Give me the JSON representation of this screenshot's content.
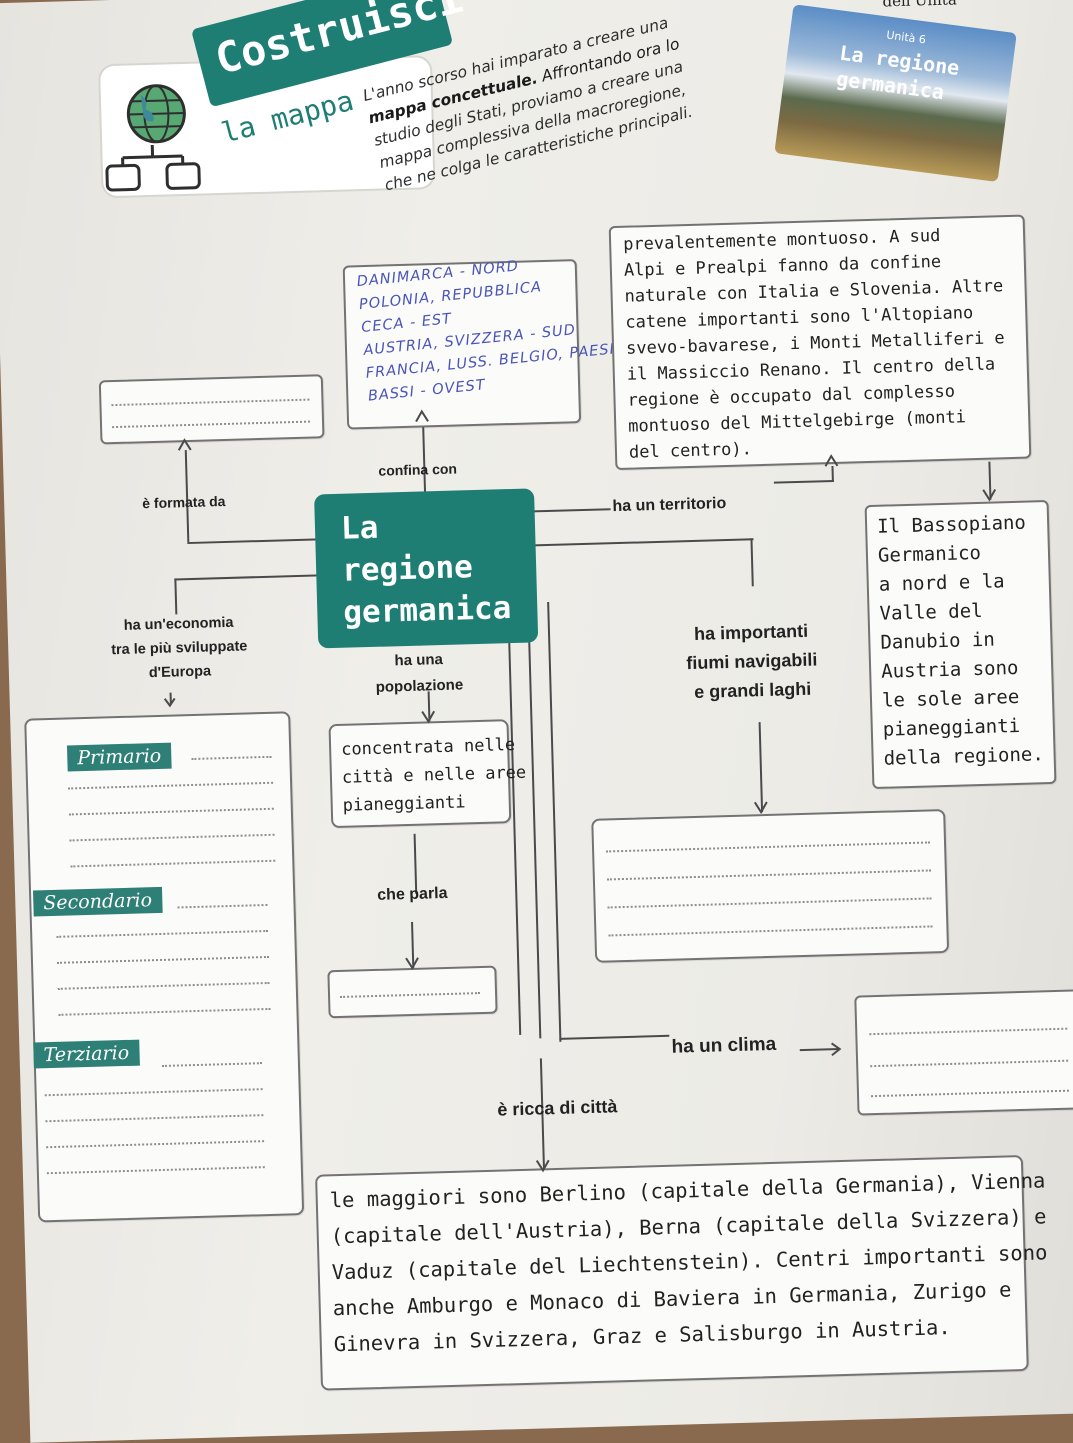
{
  "header": {
    "title_line1": "Costruisci",
    "title_line2": "la mappa",
    "intro_lines": [
      "L'anno scorso hai imparato a creare una",
      "mappa concettuale. Affrontando ora lo",
      "studio degli Stati, proviamo a creare una",
      "mappa complessiva della macroregione,",
      "che ne colga le caratteristiche principali."
    ],
    "intro_bold": "mappa concettuale.",
    "unit_ref": "dell'Unità",
    "thumb_unit": "Unità 6",
    "thumb_title_1": "La regione",
    "thumb_title_2": "germanica"
  },
  "center": {
    "line1": "La regione",
    "line2": "germanica"
  },
  "links": {
    "formata_da": "è formata da",
    "confina_con": "confina con",
    "territorio": "ha un territorio",
    "economia_1": "ha un'economia",
    "economia_2": "tra le più sviluppate",
    "economia_3": "d'Europa",
    "popolazione_1": "ha una",
    "popolazione_2": "popolazione",
    "fiumi_1": "ha importanti",
    "fiumi_2": "fiumi navigabili",
    "fiumi_3": "e grandi laghi",
    "parla": "che parla",
    "clima": "ha un clima",
    "citta": "è ricca di città"
  },
  "confina_handwritten": [
    "DANIMARCA - NORD",
    "POLONIA, REPUBBLICA",
    "CECA - EST",
    "AUSTRIA, SVIZZERA - SUD",
    "FRANCIA, LUSS. BELGIO, PAESI",
    "BASSI - OVEST"
  ],
  "territorio_lines": [
    "prevalentemente montuoso. A sud",
    "Alpi e Prealpi fanno da confine",
    "naturale con Italia e Slovenia. Altre",
    "catene importanti sono l'Altopiano",
    "svevo-bavarese, i Monti Metalliferi e",
    "il Massiccio Renano. Il centro della",
    "regione è occupato dal complesso",
    "montuoso del Mittelgebirge (monti",
    "del centro)."
  ],
  "bassopiano_lines": [
    "Il Bassopiano",
    "Germanico",
    "a nord e la",
    "Valle del",
    "Danubio in",
    "Austria sono",
    "le sole aree",
    "pianeggianti",
    "della regione."
  ],
  "popolazione_lines": [
    "concentrata nelle",
    "città e nelle aree",
    "pianeggianti"
  ],
  "sectors": {
    "primario": "Primario",
    "secondario": "Secondario",
    "terziario": "Terziario"
  },
  "citta_lines": [
    "le maggiori sono Berlino (capitale della Germania), Vienna",
    "(capitale dell'Austria), Berna (capitale della Svizzera) e",
    "Vaduz (capitale del Liechtenstein). Centri importanti sono",
    "anche Amburgo e Monaco di Baviera in Germania, Zurigo e",
    "Ginevra in Svizzera, Graz e Salisburgo in Austria."
  ],
  "colors": {
    "teal": "#1f7e74",
    "handwriting": "#4a55b8",
    "box_border": "#737373"
  },
  "icons": [
    "globe-icon",
    "concept-map-icon"
  ]
}
